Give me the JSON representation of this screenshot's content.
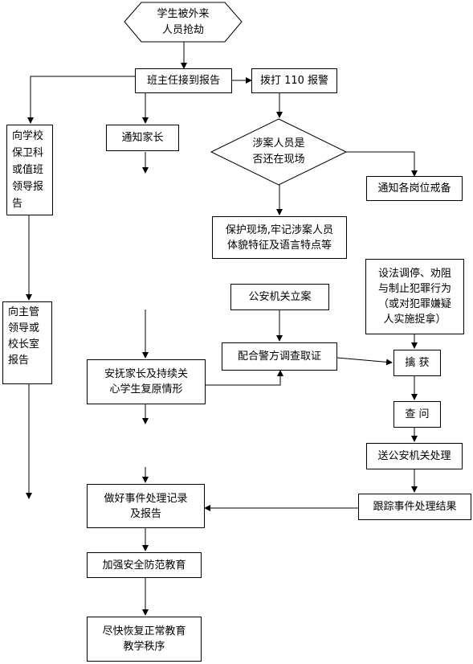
{
  "start": "学生被外来\n人员抢劫",
  "teacher_report": "班主任接到报告",
  "call_police": "拨打 110 报警",
  "report_security": "向学校\n保卫科\n或值班\n领导报\n告",
  "notify_parents": "通知家长",
  "decision": "涉案人员是\n否还在现场",
  "notify_posts": "通知各岗位戒备",
  "protect_scene": "保护现场,牢记涉案人员\n体貌特征及语言特点等",
  "report_principal": "向主管\n领导或\n校长室\n报告",
  "police_case": "公安机关立案",
  "mediate": "设法调停、劝阻\n与制止犯罪行为\n（或对犯罪嫌疑\n人实施捉拿）",
  "comfort": "安抚家长及持续关\n心学生复原情形",
  "cooperate": "配合警方调查取证",
  "capture": "擒  获",
  "interrogate": "查  问",
  "send_police": "送公安机关处理",
  "record": "做好事件处理记录\n及报告",
  "track": "跟踪事件处理结果",
  "safety_edu": "加强安全防范教育",
  "restore": "尽快恢复正常教育\n教学秩序"
}
